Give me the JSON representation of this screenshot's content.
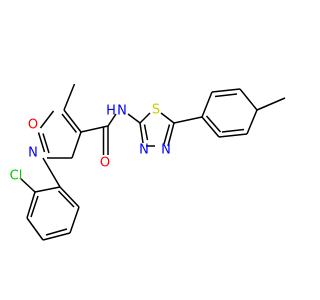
{
  "molecule": {
    "atoms": {
      "o_ring": {
        "label": "O",
        "color": "#ff0000"
      },
      "n_ring": {
        "label": "N",
        "color": "#0000ff"
      },
      "o_carbonyl": {
        "label": "O",
        "color": "#ff0000"
      },
      "nh": {
        "label": "N",
        "color": "#0000ff"
      },
      "h_amide": {
        "label": "H",
        "color": "#0000ff"
      },
      "s_thiadiazole": {
        "label": "S",
        "color": "#cccc00"
      },
      "n_thiadiazole_1": {
        "label": "N",
        "color": "#0000ff"
      },
      "n_thiadiazole_2": {
        "label": "N",
        "color": "#0000ff"
      },
      "cl": {
        "label": "Cl",
        "color": "#00cc00"
      }
    }
  }
}
